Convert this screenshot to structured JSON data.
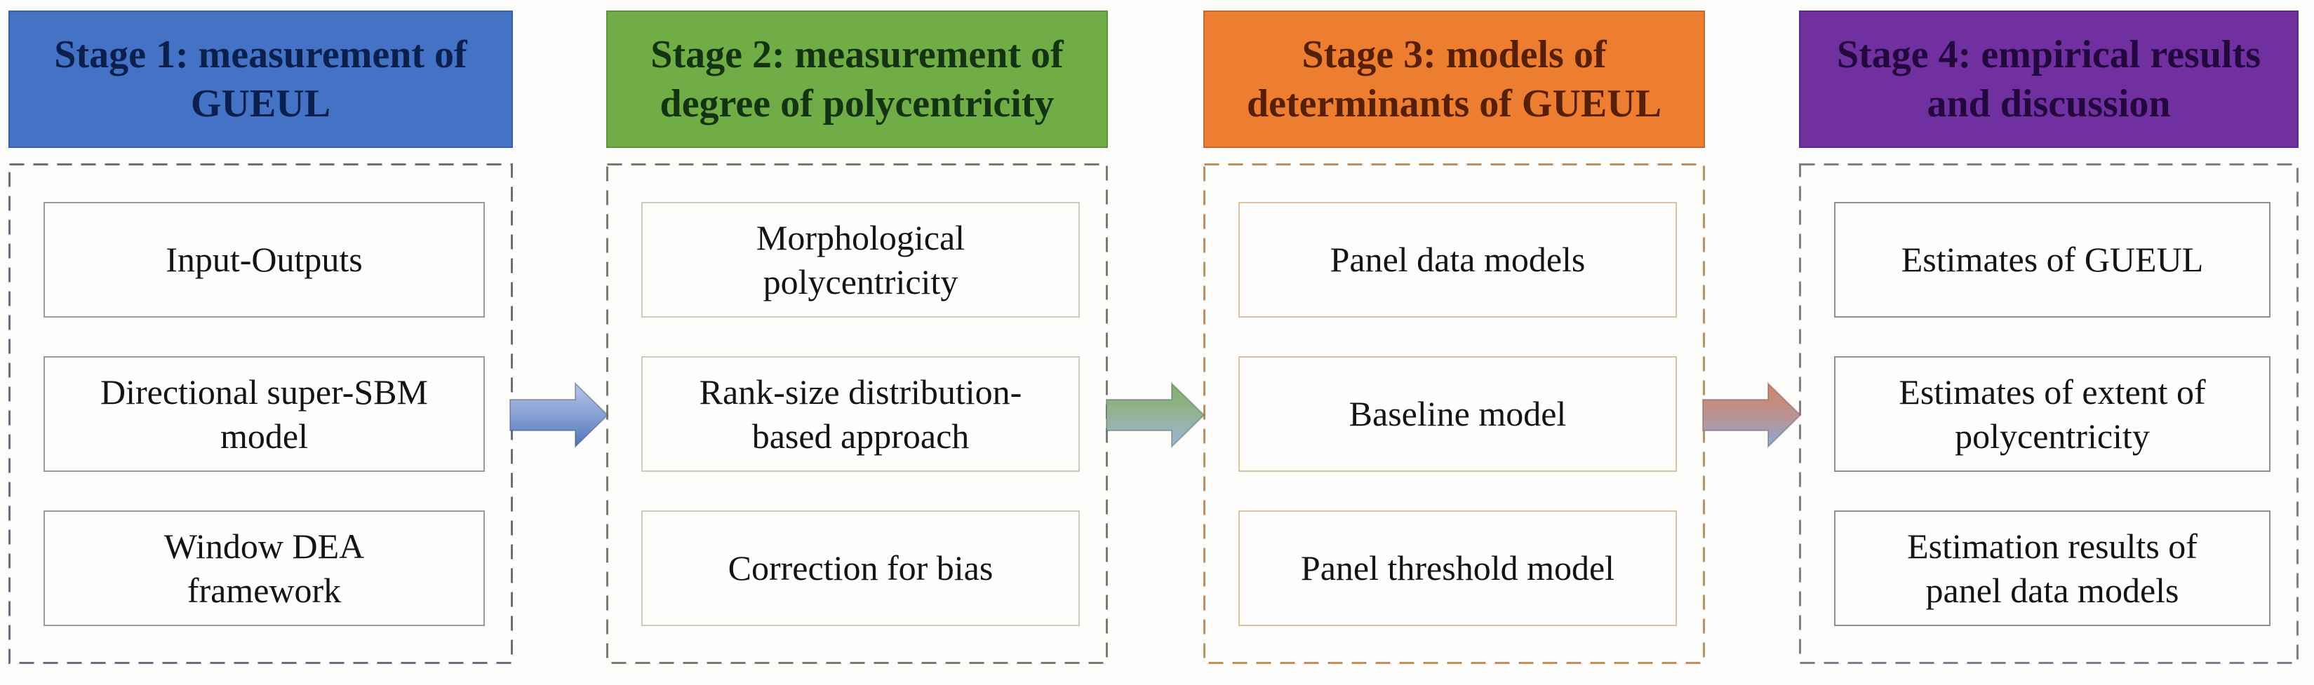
{
  "figure": {
    "type": "flow-diagram",
    "stage_count": 4
  },
  "columns": [
    {
      "stage_label": "Stage 1: measurement of\nGUEUL",
      "boxes": [
        "Input-Outputs",
        "Directional super-SBM\nmodel",
        "Window DEA\nframework"
      ],
      "colors": {
        "header_bg": "#4472c4",
        "header_text": "#0c2050",
        "dash": "#68707e",
        "box_border": "#9b9b9b"
      }
    },
    {
      "stage_label": "Stage 2: measurement of\ndegree of polycentricity",
      "boxes": [
        "Morphological\npolycentricity",
        "Rank-size distribution-\nbased approach",
        "Correction for bias"
      ],
      "colors": {
        "header_bg": "#70ad47",
        "header_text": "#143312",
        "dash": "#767d70",
        "box_border": "#c7cfbc"
      }
    },
    {
      "stage_label": "Stage 3: models of\ndeterminants of GUEUL",
      "boxes": [
        "Panel data models",
        "Baseline model",
        "Panel threshold model"
      ],
      "colors": {
        "header_bg": "#ed7d31",
        "header_text": "#571f06",
        "dash": "#c08f5e",
        "box_border": "#dcc3a0"
      }
    },
    {
      "stage_label": "Stage 4: empirical results\nand discussion",
      "boxes": [
        "Estimates of GUEUL",
        "Estimates of extent of\npolycentricity",
        "Estimation results of\npanel data models"
      ],
      "colors": {
        "header_bg": "#7030a0",
        "header_text": "#23083f",
        "dash": "#7f7e8c",
        "box_border": "#8f8f96"
      }
    }
  ],
  "arrows": [
    {
      "name": "arrow-stage1-to-stage2",
      "stops": [
        "#b6c6e6",
        "#87a1d4",
        "#5074ba"
      ]
    },
    {
      "name": "arrow-stage2-to-stage3",
      "stops": [
        "#7fb06a",
        "#94b295",
        "#9db7da"
      ]
    },
    {
      "name": "arrow-stage3-to-stage4",
      "stops": [
        "#cd8669",
        "#bb9290",
        "#8ca9d8"
      ]
    }
  ]
}
